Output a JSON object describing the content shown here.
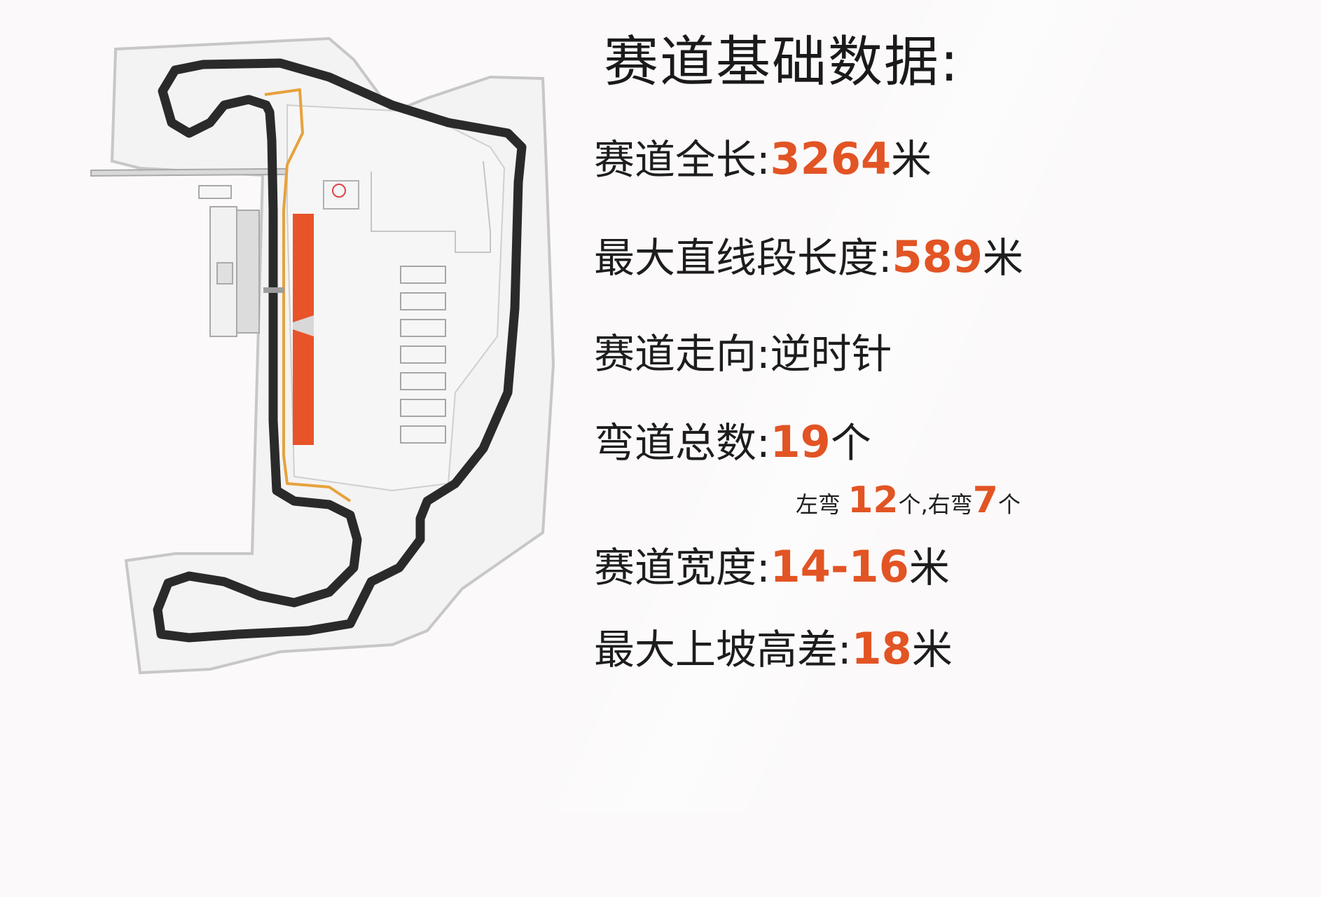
{
  "title": "赛道基础数据:",
  "stats": {
    "length": {
      "label": "赛道全长:",
      "value": "3264",
      "unit": "米"
    },
    "straight": {
      "label": "最大直线段长度:",
      "value": "589",
      "unit": "米"
    },
    "direction": {
      "label": "赛道走向:",
      "value": "逆时针"
    },
    "corners": {
      "label": "弯道总数:",
      "value": "19",
      "unit": "个"
    },
    "corners_detail": {
      "left_label": "左弯",
      "left_value": "12",
      "left_unit": "个,",
      "right_label": "右弯",
      "right_value": "7",
      "right_unit": "个"
    },
    "width": {
      "label": "赛道宽度:",
      "value": "14-16",
      "unit": "米"
    },
    "elevation": {
      "label": "最大上坡高差:",
      "value": "18",
      "unit": "米"
    }
  },
  "colors": {
    "accent": "#e25424",
    "track": "#2a2a2a",
    "pitlane": "#e6a23c",
    "grandstand": "#e9532a",
    "facility_outline": "#b9b9b9"
  }
}
